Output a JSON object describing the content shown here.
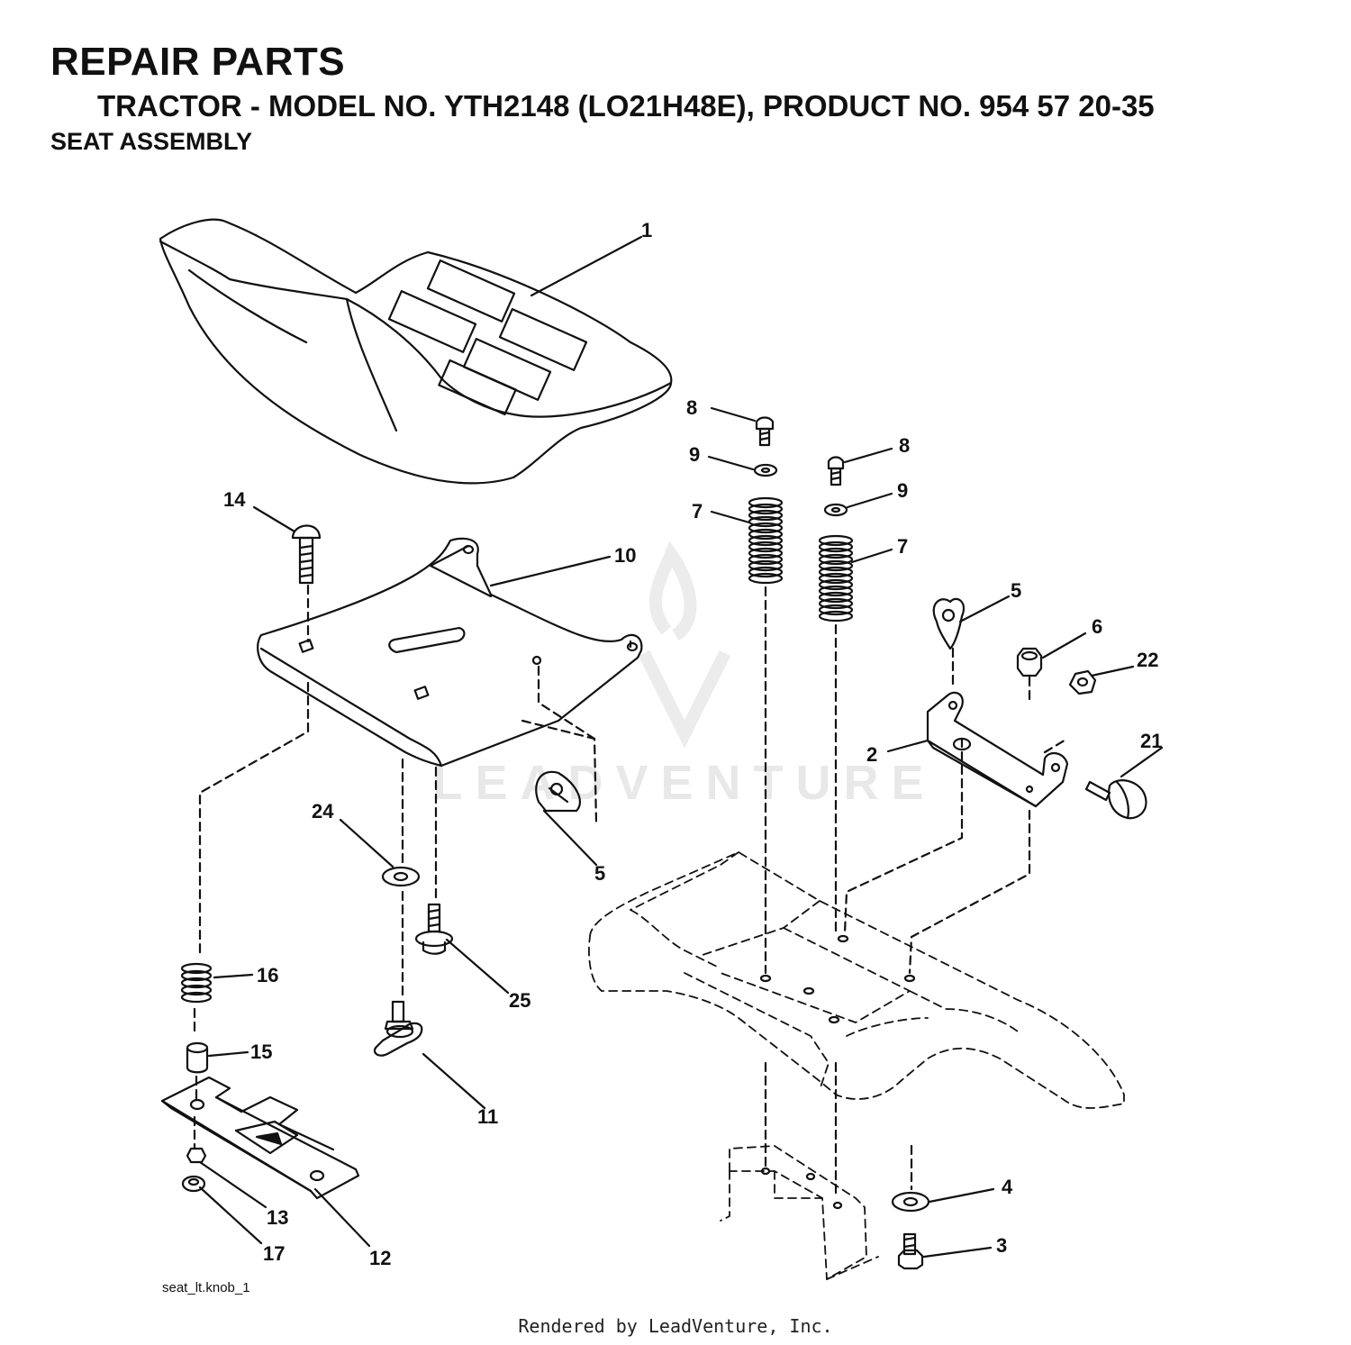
{
  "header": {
    "title": "REPAIR PARTS",
    "subtitle": "TRACTOR - MODEL NO. YTH2148 (LO21H48E), PRODUCT NO. 954 57 20-35",
    "section": "SEAT ASSEMBLY"
  },
  "callouts": {
    "c1": "1",
    "c14": "14",
    "c10": "10",
    "c8a": "8",
    "c9a": "9",
    "c7a": "7",
    "c8b": "8",
    "c9b": "9",
    "c7b": "7",
    "c5a": "5",
    "c6": "6",
    "c22": "22",
    "c2": "2",
    "c21": "21",
    "c24": "24",
    "c5b": "5",
    "c25": "25",
    "c16": "16",
    "c15": "15",
    "c11": "11",
    "c13": "13",
    "c17": "17",
    "c12": "12",
    "c4": "4",
    "c3": "3"
  },
  "watermark": "LEADVENTURE",
  "file_label": "seat_lt.knob_1",
  "footer": "Rendered by LeadVenture, Inc."
}
